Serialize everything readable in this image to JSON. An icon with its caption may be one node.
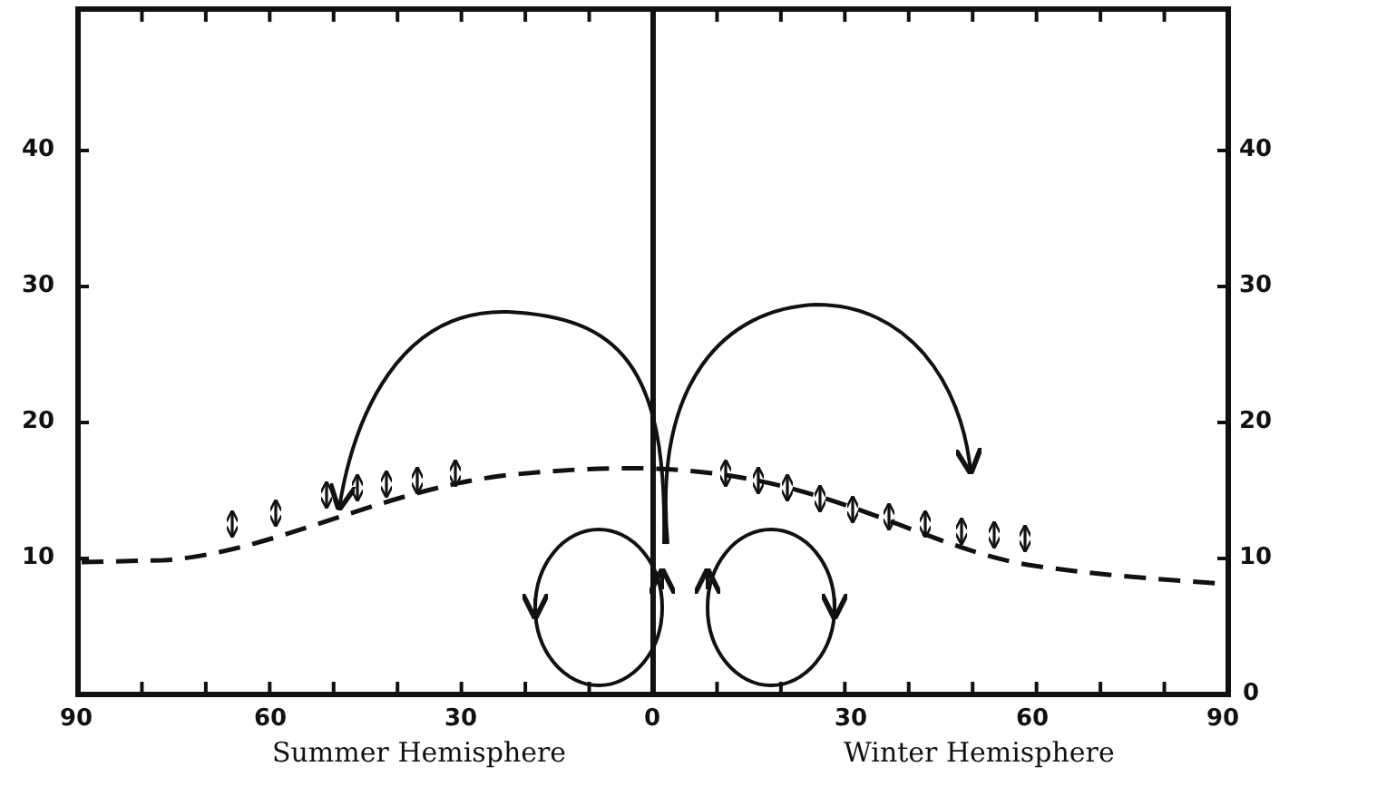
{
  "diagram": {
    "labels": [
      "40",
      "40",
      "30",
      "30",
      "20",
      "20",
      "10",
      "10",
      "0",
      "90",
      "60",
      "30",
      "0",
      "30",
      "60",
      "90",
      "Summer Hemisphere",
      "Winter Hemisphere"
    ]
  }
}
